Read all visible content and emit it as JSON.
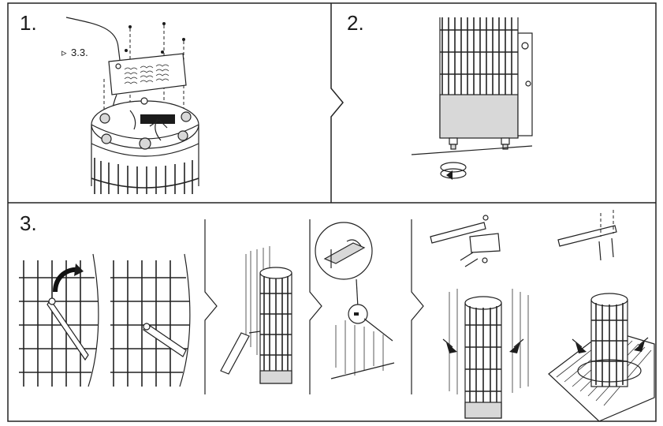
{
  "steps": {
    "one": {
      "label": "1.",
      "reference": "3.3."
    },
    "two": {
      "label": "2."
    },
    "three": {
      "label": "3."
    }
  },
  "colors": {
    "line": "#222222",
    "fill_gray": "#d8d8d8",
    "background": "#ffffff"
  }
}
